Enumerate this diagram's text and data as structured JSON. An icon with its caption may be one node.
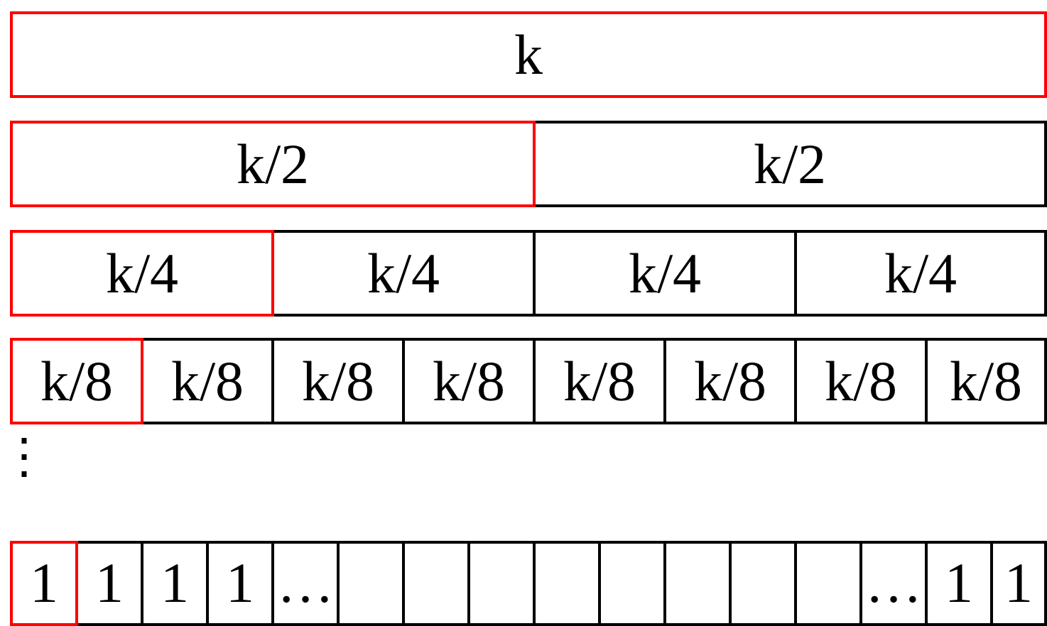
{
  "diagram": {
    "nodes": [
      {
        "text": [
          "k"
        ]
      },
      {
        "text": [
          "k/2"
        ]
      },
      {
        "text": [
          "k/2"
        ]
      },
      {
        "text": [
          "k/4"
        ]
      },
      {
        "text": [
          "k/4"
        ]
      },
      {
        "text": [
          "k/4"
        ]
      },
      {
        "text": [
          "k/4"
        ]
      },
      {
        "text": [
          "k/8"
        ]
      },
      {
        "text": [
          "k/8"
        ]
      },
      {
        "text": [
          "k/8"
        ]
      },
      {
        "text": [
          "k/8"
        ]
      },
      {
        "text": [
          "k/8"
        ]
      },
      {
        "text": [
          "k/8"
        ]
      },
      {
        "text": [
          "k/8"
        ]
      },
      {
        "text": [
          "k/8"
        ]
      },
      {
        "text": [
          "1"
        ]
      },
      {
        "text": [
          "1"
        ]
      },
      {
        "text": [
          "1"
        ]
      },
      {
        "text": [
          "1"
        ]
      },
      {
        "text": [
          "…"
        ]
      },
      {
        "text": [],
        "shape": "box"
      },
      {
        "text": [],
        "shape": "box"
      },
      {
        "text": [],
        "shape": "box"
      },
      {
        "text": [],
        "shape": "box"
      },
      {
        "text": [],
        "shape": "box"
      },
      {
        "text": [],
        "shape": "box"
      },
      {
        "text": [],
        "shape": "box"
      },
      {
        "text": [],
        "shape": "box"
      },
      {
        "text": [
          "…"
        ]
      },
      {
        "text": [
          "1"
        ]
      },
      {
        "text": [
          "1"
        ]
      }
    ],
    "labels": [
      "⋮"
    ]
  }
}
